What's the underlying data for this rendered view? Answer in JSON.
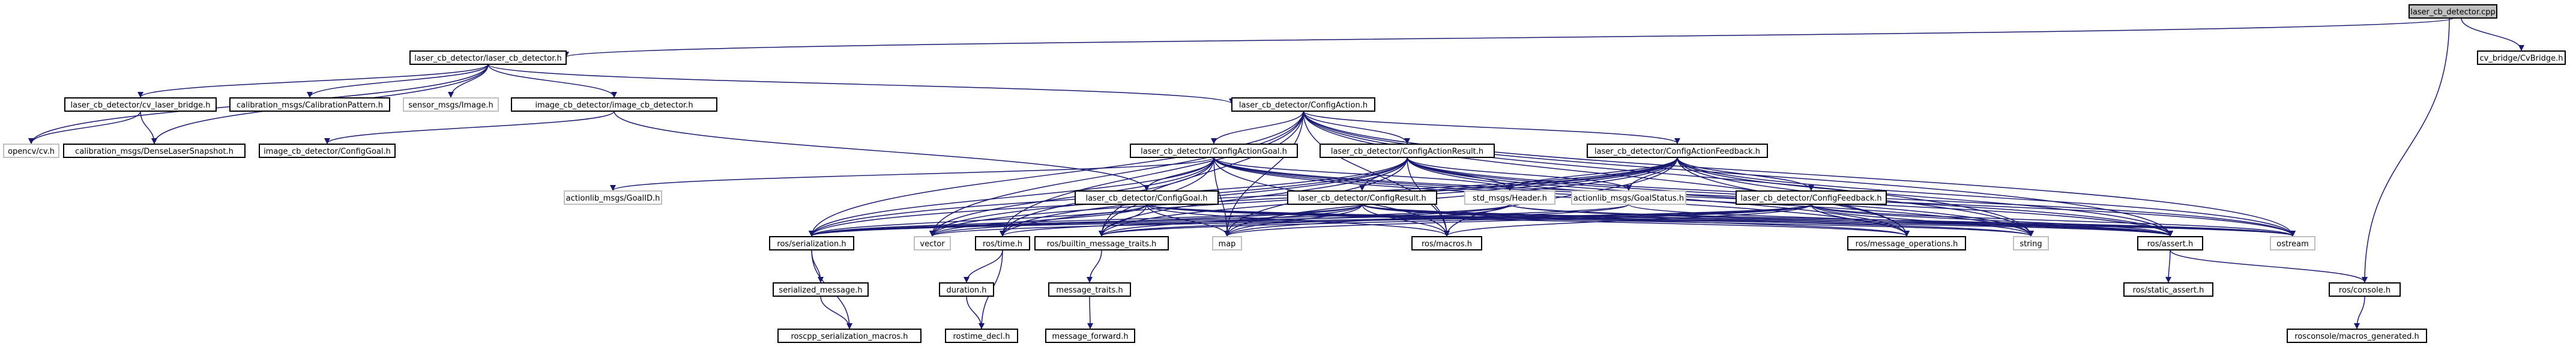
{
  "colors": {
    "edge": "#191970",
    "node_border": "#000000",
    "ext_border": "#bfbfbf",
    "root_fill": "#bfbfbf",
    "node_fill": "#ffffff"
  },
  "nodes": {
    "root": "laser_cb_detector.cpp",
    "laser_cb_h": "laser_cb_detector/laser_cb_detector.h",
    "cv_bridge": "cv_bridge/CvBridge.h",
    "cv_laser_bridge": "laser_cb_detector/cv_laser_bridge.h",
    "calib_pattern": "calibration_msgs/CalibrationPattern.h",
    "sensor_image": "sensor_msgs/Image.h",
    "img_cb_detector": "image_cb_detector/image_cb_detector.h",
    "config_action": "laser_cb_detector/ConfigAction.h",
    "opencv": "opencv/cv.h",
    "dense_laser": "calibration_msgs/DenseLaserSnapshot.h",
    "img_config_goal": "image_cb_detector/ConfigGoal.h",
    "action_goal": "laser_cb_detector/ConfigActionGoal.h",
    "action_result": "laser_cb_detector/ConfigActionResult.h",
    "action_feedback": "laser_cb_detector/ConfigActionFeedback.h",
    "goal_id": "actionlib_msgs/GoalID.h",
    "config_goal": "laser_cb_detector/ConfigGoal.h",
    "config_result": "laser_cb_detector/ConfigResult.h",
    "header": "std_msgs/Header.h",
    "goal_status": "actionlib_msgs/GoalStatus.h",
    "config_feedback": "laser_cb_detector/ConfigFeedback.h",
    "ostream": "ostream",
    "serialization": "ros/serialization.h",
    "vector": "vector",
    "time": "ros/time.h",
    "builtin_traits": "ros/builtin_message_traits.h",
    "map": "map",
    "macros": "ros/macros.h",
    "msg_ops": "ros/message_operations.h",
    "string": "string",
    "assert": "ros/assert.h",
    "serialized_message": "serialized_message.h",
    "duration": "duration.h",
    "message_traits": "message_traits.h",
    "static_assert": "ros/static_assert.h",
    "console": "ros/console.h",
    "roscpp_macros": "roscpp_serialization_macros.h",
    "rostime_decl": "rostime_decl.h",
    "message_forward": "message_forward.h",
    "macros_generated": "rosconsole/macros_generated.h"
  }
}
